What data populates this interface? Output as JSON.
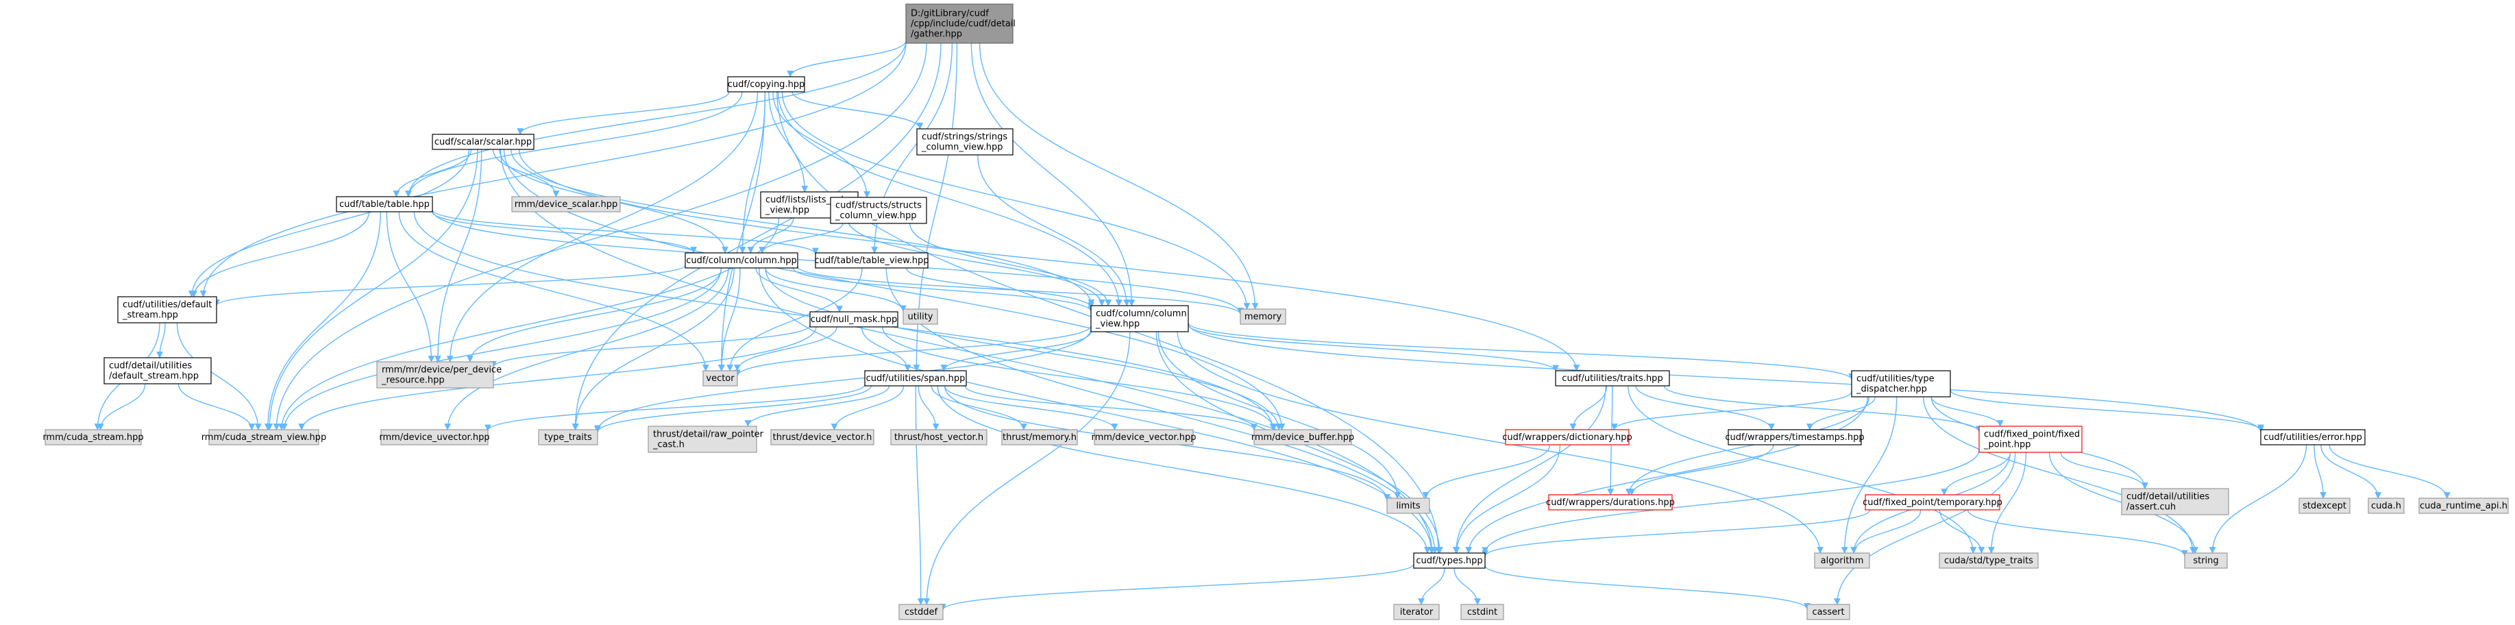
{
  "graph": {
    "colors": {
      "edge": "#63b8ff",
      "root_fill": "#999999",
      "root_border": "#666666",
      "file_fill": "#ffffff",
      "file_border": "#000000",
      "external_fill": "#e0e0e0",
      "external_border": "#999999",
      "truncated_border": "#ff0000"
    },
    "nodes": [
      {
        "id": "root",
        "kind": "root",
        "lines": [
          "D:/gitLibrary/cudf",
          "/cpp/include/cudf/detail",
          "/gather.hpp"
        ]
      },
      {
        "id": "copying",
        "kind": "file",
        "lines": [
          "cudf/copying.hpp"
        ]
      },
      {
        "id": "scalar",
        "kind": "file",
        "lines": [
          "cudf/scalar/scalar.hpp"
        ]
      },
      {
        "id": "strings_view",
        "kind": "file",
        "lines": [
          "cudf/strings/strings",
          "_column_view.hpp"
        ]
      },
      {
        "id": "lists_view",
        "kind": "file",
        "lines": [
          "cudf/lists/lists_column",
          "_view.hpp"
        ]
      },
      {
        "id": "structs_view",
        "kind": "file",
        "lines": [
          "cudf/structs/structs",
          "_column_view.hpp"
        ]
      },
      {
        "id": "table",
        "kind": "file",
        "lines": [
          "cudf/table/table.hpp"
        ]
      },
      {
        "id": "device_scalar",
        "kind": "external",
        "lines": [
          "rmm/device_scalar.hpp"
        ]
      },
      {
        "id": "column",
        "kind": "file",
        "lines": [
          "cudf/column/column.hpp"
        ]
      },
      {
        "id": "table_view",
        "kind": "file",
        "lines": [
          "cudf/table/table_view.hpp"
        ]
      },
      {
        "id": "default_stream",
        "kind": "file",
        "lines": [
          "cudf/utilities/default",
          "_stream.hpp"
        ]
      },
      {
        "id": "detail_default_stream",
        "kind": "file",
        "lines": [
          "cudf/detail/utilities",
          "/default_stream.hpp"
        ]
      },
      {
        "id": "null_mask",
        "kind": "file",
        "lines": [
          "cudf/null_mask.hpp"
        ]
      },
      {
        "id": "utility",
        "kind": "external",
        "lines": [
          "utility"
        ]
      },
      {
        "id": "column_view",
        "kind": "file",
        "lines": [
          "cudf/column/column",
          "_view.hpp"
        ]
      },
      {
        "id": "memory",
        "kind": "external",
        "lines": [
          "memory"
        ]
      },
      {
        "id": "per_device",
        "kind": "external",
        "lines": [
          "rmm/mr/device/per_device",
          "_resource.hpp"
        ]
      },
      {
        "id": "vector",
        "kind": "external",
        "lines": [
          "vector"
        ]
      },
      {
        "id": "span",
        "kind": "file",
        "lines": [
          "cudf/utilities/span.hpp"
        ]
      },
      {
        "id": "traits",
        "kind": "file",
        "lines": [
          "cudf/utilities/traits.hpp"
        ]
      },
      {
        "id": "type_dispatcher",
        "kind": "file",
        "lines": [
          "cudf/utilities/type",
          "_dispatcher.hpp"
        ]
      },
      {
        "id": "rmm_cuda_stream",
        "kind": "external",
        "lines": [
          "rmm/cuda_stream.hpp"
        ]
      },
      {
        "id": "cuda_stream_view",
        "kind": "external",
        "lines": [
          "rmm/cuda_stream_view.hpp"
        ]
      },
      {
        "id": "device_uvector",
        "kind": "external",
        "lines": [
          "rmm/device_uvector.hpp"
        ]
      },
      {
        "id": "type_traits",
        "kind": "external",
        "lines": [
          "type_traits"
        ]
      },
      {
        "id": "raw_pointer_cast",
        "kind": "external",
        "lines": [
          "thrust/detail/raw_pointer",
          "_cast.h"
        ]
      },
      {
        "id": "thrust_device_vector",
        "kind": "external",
        "lines": [
          "thrust/device_vector.h"
        ]
      },
      {
        "id": "thrust_host_vector",
        "kind": "external",
        "lines": [
          "thrust/host_vector.h"
        ]
      },
      {
        "id": "thrust_memory",
        "kind": "external",
        "lines": [
          "thrust/memory.h"
        ]
      },
      {
        "id": "rmm_device_vector",
        "kind": "external",
        "lines": [
          "rmm/device_vector.hpp"
        ]
      },
      {
        "id": "device_buffer",
        "kind": "external",
        "lines": [
          "rmm/device_buffer.hpp"
        ]
      },
      {
        "id": "dictionary",
        "kind": "truncated",
        "lines": [
          "cudf/wrappers/dictionary.hpp"
        ]
      },
      {
        "id": "timestamps",
        "kind": "file",
        "lines": [
          "cudf/wrappers/timestamps.hpp"
        ]
      },
      {
        "id": "fixed_point",
        "kind": "truncated",
        "lines": [
          "cudf/fixed_point/fixed",
          "_point.hpp"
        ]
      },
      {
        "id": "error",
        "kind": "file",
        "lines": [
          "cudf/utilities/error.hpp"
        ]
      },
      {
        "id": "limits",
        "kind": "external",
        "lines": [
          "limits"
        ]
      },
      {
        "id": "durations",
        "kind": "truncated",
        "lines": [
          "cudf/wrappers/durations.hpp"
        ]
      },
      {
        "id": "temporary",
        "kind": "truncated",
        "lines": [
          "cudf/fixed_point/temporary.hpp"
        ]
      },
      {
        "id": "assert_cuh",
        "kind": "external",
        "lines": [
          "cudf/detail/utilities",
          "/assert.cuh"
        ]
      },
      {
        "id": "stdexcept",
        "kind": "external",
        "lines": [
          "stdexcept"
        ]
      },
      {
        "id": "cuda_h",
        "kind": "external",
        "lines": [
          "cuda.h"
        ]
      },
      {
        "id": "cuda_runtime",
        "kind": "external",
        "lines": [
          "cuda_runtime_api.h"
        ]
      },
      {
        "id": "types",
        "kind": "file",
        "lines": [
          "cudf/types.hpp"
        ]
      },
      {
        "id": "algorithm",
        "kind": "external",
        "lines": [
          "algorithm"
        ]
      },
      {
        "id": "cuda_std_type_traits",
        "kind": "external",
        "lines": [
          "cuda/std/type_traits"
        ]
      },
      {
        "id": "string",
        "kind": "external",
        "lines": [
          "string"
        ]
      },
      {
        "id": "cstddef",
        "kind": "external",
        "lines": [
          "cstddef"
        ]
      },
      {
        "id": "iterator",
        "kind": "external",
        "lines": [
          "iterator"
        ]
      },
      {
        "id": "cstdint",
        "kind": "external",
        "lines": [
          "cstdint"
        ]
      },
      {
        "id": "cassert",
        "kind": "external",
        "lines": [
          "cassert"
        ]
      }
    ],
    "edges": [
      [
        "root",
        "copying"
      ],
      [
        "root",
        "table"
      ],
      [
        "root",
        "default_stream"
      ],
      [
        "root",
        "table_view"
      ],
      [
        "root",
        "column_view"
      ],
      [
        "root",
        "memory"
      ],
      [
        "root",
        "span"
      ],
      [
        "root",
        "cuda_stream_view"
      ],
      [
        "root",
        "type_traits"
      ],
      [
        "copying",
        "scalar"
      ],
      [
        "copying",
        "strings_view"
      ],
      [
        "copying",
        "lists_view"
      ],
      [
        "copying",
        "structs_view"
      ],
      [
        "copying",
        "table"
      ],
      [
        "copying",
        "column"
      ],
      [
        "copying",
        "column_view"
      ],
      [
        "copying",
        "memory"
      ],
      [
        "copying",
        "per_device"
      ],
      [
        "copying",
        "vector"
      ],
      [
        "copying",
        "types"
      ],
      [
        "scalar",
        "device_scalar"
      ],
      [
        "scalar",
        "table"
      ],
      [
        "scalar",
        "column"
      ],
      [
        "scalar",
        "column_view"
      ],
      [
        "scalar",
        "traits"
      ],
      [
        "scalar",
        "default_stream"
      ],
      [
        "scalar",
        "per_device"
      ],
      [
        "scalar",
        "cuda_stream_view"
      ],
      [
        "scalar",
        "device_buffer"
      ],
      [
        "scalar",
        "types"
      ],
      [
        "strings_view",
        "column_view"
      ],
      [
        "lists_view",
        "column"
      ],
      [
        "lists_view",
        "column_view"
      ],
      [
        "lists_view",
        "cuda_stream_view"
      ],
      [
        "structs_view",
        "column"
      ],
      [
        "structs_view",
        "column_view"
      ],
      [
        "table",
        "column"
      ],
      [
        "table",
        "table_view"
      ],
      [
        "table",
        "default_stream"
      ],
      [
        "table",
        "per_device"
      ],
      [
        "table",
        "cuda_stream_view"
      ],
      [
        "table",
        "memory"
      ],
      [
        "table",
        "vector"
      ],
      [
        "table",
        "device_buffer"
      ],
      [
        "column",
        "default_stream"
      ],
      [
        "column",
        "null_mask"
      ],
      [
        "column",
        "utility"
      ],
      [
        "column",
        "column_view"
      ],
      [
        "column",
        "memory"
      ],
      [
        "column",
        "per_device"
      ],
      [
        "column",
        "vector"
      ],
      [
        "column",
        "cuda_stream_view"
      ],
      [
        "column",
        "device_uvector"
      ],
      [
        "column",
        "type_traits"
      ],
      [
        "column",
        "device_buffer"
      ],
      [
        "column",
        "types"
      ],
      [
        "table_view",
        "column_view"
      ],
      [
        "table_view",
        "vector"
      ],
      [
        "table_view",
        "types"
      ],
      [
        "default_stream",
        "detail_default_stream"
      ],
      [
        "default_stream",
        "rmm_cuda_stream"
      ],
      [
        "default_stream",
        "cuda_stream_view"
      ],
      [
        "detail_default_stream",
        "rmm_cuda_stream"
      ],
      [
        "detail_default_stream",
        "cuda_stream_view"
      ],
      [
        "null_mask",
        "span"
      ],
      [
        "null_mask",
        "per_device"
      ],
      [
        "null_mask",
        "vector"
      ],
      [
        "null_mask",
        "cuda_stream_view"
      ],
      [
        "null_mask",
        "device_buffer"
      ],
      [
        "column_view",
        "span"
      ],
      [
        "column_view",
        "traits"
      ],
      [
        "column_view",
        "type_dispatcher"
      ],
      [
        "column_view",
        "error"
      ],
      [
        "column_view",
        "limits"
      ],
      [
        "column_view",
        "types"
      ],
      [
        "column_view",
        "vector"
      ],
      [
        "column_view",
        "type_traits"
      ],
      [
        "column_view",
        "cstddef"
      ],
      [
        "column_view",
        "algorithm"
      ],
      [
        "span",
        "rmm_device_vector"
      ],
      [
        "span",
        "device_uvector"
      ],
      [
        "span",
        "raw_pointer_cast"
      ],
      [
        "span",
        "thrust_device_vector"
      ],
      [
        "span",
        "thrust_host_vector"
      ],
      [
        "span",
        "thrust_memory"
      ],
      [
        "span",
        "device_buffer"
      ],
      [
        "span",
        "limits"
      ],
      [
        "span",
        "type_traits"
      ],
      [
        "span",
        "cstddef"
      ],
      [
        "span",
        "types"
      ],
      [
        "traits",
        "dictionary"
      ],
      [
        "traits",
        "timestamps"
      ],
      [
        "traits",
        "fixed_point"
      ],
      [
        "traits",
        "durations"
      ],
      [
        "traits",
        "types"
      ],
      [
        "traits",
        "cuda_std_type_traits"
      ],
      [
        "type_dispatcher",
        "dictionary"
      ],
      [
        "type_dispatcher",
        "timestamps"
      ],
      [
        "type_dispatcher",
        "fixed_point"
      ],
      [
        "type_dispatcher",
        "durations"
      ],
      [
        "type_dispatcher",
        "error"
      ],
      [
        "type_dispatcher",
        "types"
      ],
      [
        "type_dispatcher",
        "assert_cuh"
      ],
      [
        "type_dispatcher",
        "string"
      ],
      [
        "type_dispatcher",
        "algorithm"
      ],
      [
        "dictionary",
        "types"
      ],
      [
        "dictionary",
        "limits"
      ],
      [
        "timestamps",
        "durations"
      ],
      [
        "fixed_point",
        "temporary"
      ],
      [
        "fixed_point",
        "assert_cuh"
      ],
      [
        "fixed_point",
        "types"
      ],
      [
        "fixed_point",
        "cuda_std_type_traits"
      ],
      [
        "fixed_point",
        "algorithm"
      ],
      [
        "fixed_point",
        "string"
      ],
      [
        "fixed_point",
        "cassert"
      ],
      [
        "temporary",
        "types"
      ],
      [
        "temporary",
        "algorithm"
      ],
      [
        "temporary",
        "cuda_std_type_traits"
      ],
      [
        "temporary",
        "string"
      ],
      [
        "error",
        "stdexcept"
      ],
      [
        "error",
        "cuda_h"
      ],
      [
        "error",
        "cuda_runtime"
      ],
      [
        "error",
        "string"
      ],
      [
        "types",
        "cstddef"
      ],
      [
        "types",
        "iterator"
      ],
      [
        "types",
        "cstdint"
      ],
      [
        "types",
        "cassert"
      ]
    ]
  }
}
